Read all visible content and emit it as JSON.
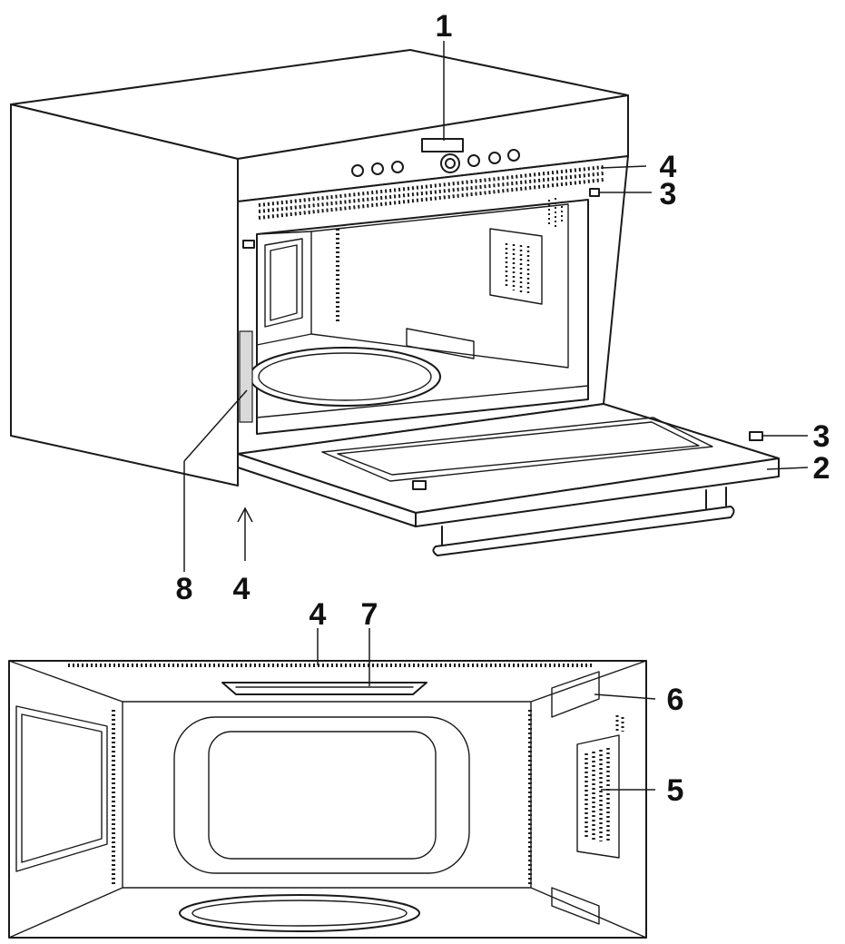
{
  "callouts": {
    "top_control_panel": "1",
    "door": "2",
    "door_latch_door": "3",
    "door_latch_frame": "3",
    "vent_top": "4",
    "vent_bottom": "4",
    "vent_interior": "4",
    "grill_panel": "5",
    "bracket": "6",
    "top_light": "7",
    "side_label": "8"
  },
  "colors": {
    "line": "#1a1a1a",
    "label_plate": "#d9d9d9",
    "background": "#ffffff"
  }
}
